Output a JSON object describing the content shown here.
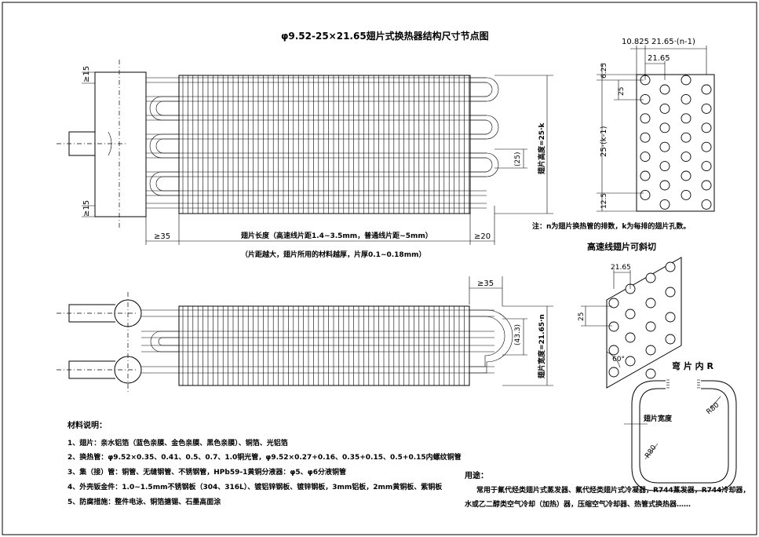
{
  "title": "φ9.52-25×21.65翅片式换热器结构尺寸节点图",
  "front_view": {
    "dim_top_left": "≥15",
    "dim_bottom_left": "≥15",
    "dim_left_gap": "≥35",
    "dim_right_gap": "≥20",
    "fin_length_label": "翅片长度（高速线片距1.4~3.5mm，普通线片距~5mm）",
    "fin_note": "（片距越大，翅片所用的材料越厚，片厚0.1~0.18mm）",
    "pitch_label": "(25)",
    "fin_height_label": "翅片高度=25·k"
  },
  "top_view": {
    "dim_gap": "≥35",
    "row_pitch_label": "(43.3)",
    "fin_width_label": "翅片宽度=21.65·n"
  },
  "hole_pattern": {
    "dim_edge": "10.825",
    "dim_total": "21.65·(n-1)",
    "dim_pitch": "21.65",
    "dim_top": "6.25",
    "dim_vertical_pitch": "25",
    "dim_height": "25·(k-1)",
    "dim_bottom": "12.5",
    "note": "注：n为翅片换热管的排数，k为每排的翅片孔数。"
  },
  "slanted_cut": {
    "title": "高速线翅片可斜切",
    "dim_pitch": "21.65",
    "dim_vertical": "25",
    "angle": "60°"
  },
  "bend": {
    "title": "弯 片 内 R",
    "fin_width_label": "翅片宽度",
    "radius_top": "R80",
    "radius_bottom": "R80"
  },
  "materials": {
    "heading": "材料说明：",
    "items": [
      "1、翅片：亲水铝箔（蓝色亲膜、金色亲膜、黑色亲膜）、铜箔、光铝箔",
      "2、换热管：φ9.52×0.35、0.41、0.5、0.7、1.0铜光管，φ9.52×0.27+0.16、0.35+0.15、0.5+0.15内螺纹铜管",
      "3、集（接）管：铜管、无缝钢管、不锈钢管，HPb59-1黄铜分液器：φ5、φ6分液铜管",
      "4、外壳钣金件：1.0~1.5mm不锈钢板（304、316L）、镀铝锌钢板、镀锌钢板，3mm铝板，2mm黄铜板、紫铜板",
      "5、防腐措施：整件电泳、铜箔搪锡、石墨高面涂"
    ]
  },
  "usage": {
    "heading": "用途：",
    "line1": "常用于氟代烃类翅片式蒸发器、氟代烃类翅片式冷凝器，R744蒸发器，R744冷却器，",
    "line2": "水或乙二醇类空气冷却（加热）器，压缩空气冷却器、热管式换热器……"
  }
}
